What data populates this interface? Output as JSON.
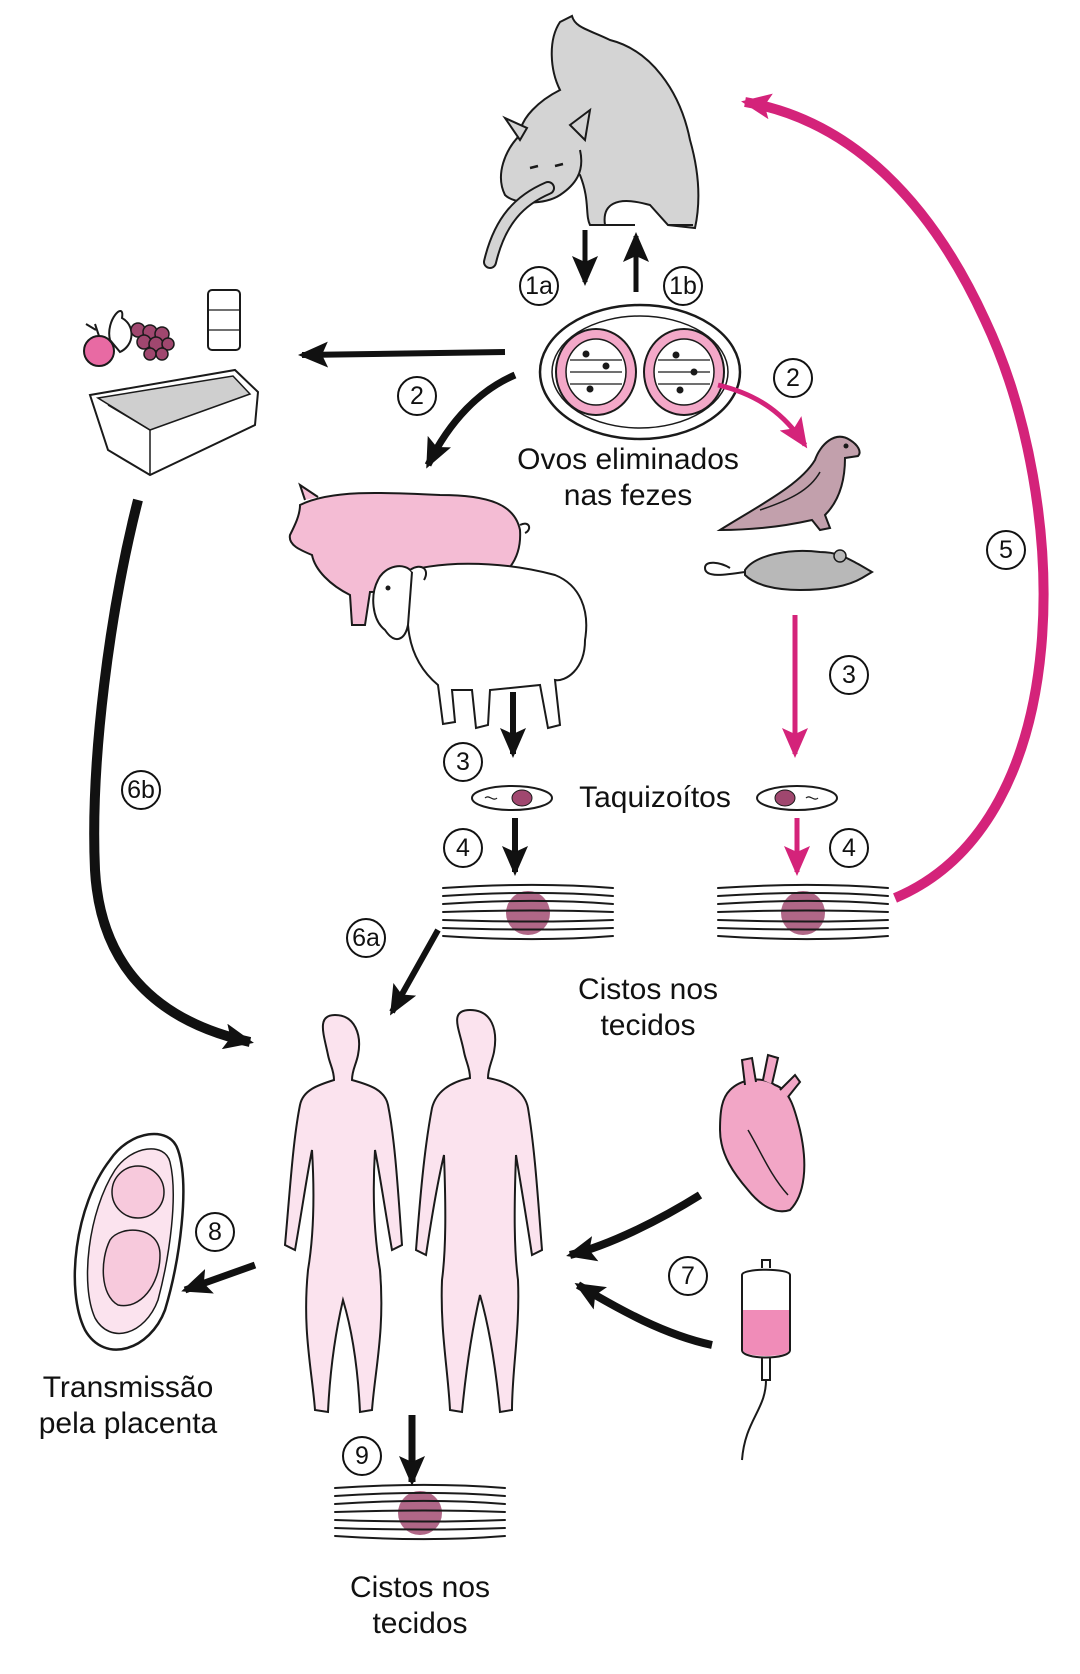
{
  "colors": {
    "black_arrow": "#111111",
    "magenta_arrow": "#d4237a",
    "pink_fill": "#f7b8d4",
    "light_pink": "#fbe3ee",
    "cyst": "#8c4a66",
    "animal_gray": "#d2d2d2"
  },
  "labels": {
    "eggs": [
      "Ovos eliminados",
      "nas fezes"
    ],
    "tachyzoites": "Taquizoítos",
    "cysts_upper": [
      "Cistos nos",
      "tecidos"
    ],
    "placenta": [
      "Transmissão",
      "pela placenta"
    ],
    "cysts_lower": [
      "Cistos nos",
      "tecidos"
    ]
  },
  "steps": {
    "s1a": "1a",
    "s1b": "1b",
    "s2_left": "2",
    "s2_right": "2",
    "s3_left": "3",
    "s3_right": "3",
    "s4_left": "4",
    "s4_right": "4",
    "s5": "5",
    "s6a": "6a",
    "s6b": "6b",
    "s7": "7",
    "s8": "8",
    "s9": "9"
  },
  "icons": [
    "cat-icon",
    "oocyst-icon",
    "food-water-icon",
    "litter-box-icon",
    "pig-icon",
    "sheep-icon",
    "bird-icon",
    "mouse-icon",
    "tachyzoite-icon",
    "tissue-cyst-icon",
    "human-female-icon",
    "human-male-icon",
    "fetus-icon",
    "heart-icon",
    "blood-bag-icon"
  ]
}
